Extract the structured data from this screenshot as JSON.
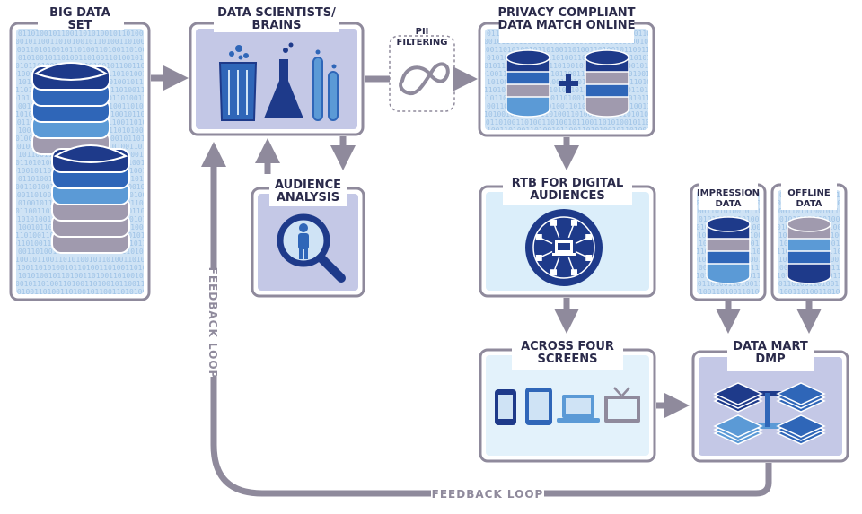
{
  "diagram": {
    "nodes": {
      "big_data_set": {
        "line1": "BIG DATA",
        "line2": "SET"
      },
      "data_scientists": {
        "line1": "DATA SCIENTISTS/",
        "line2": "BRAINS"
      },
      "pii_filtering": {
        "line1": "PII",
        "line2": "FILTERING"
      },
      "privacy_match": {
        "line1": "PRIVACY COMPLIANT",
        "line2": "DATA MATCH ONLINE"
      },
      "audience_analysis": {
        "line1": "AUDIENCE",
        "line2": "ANALYSIS"
      },
      "rtb": {
        "line1": "RTB FOR DIGITAL",
        "line2": "AUDIENCES"
      },
      "impression_data": {
        "line1": "IMPRESSION",
        "line2": "DATA"
      },
      "offline_data": {
        "line1": "OFFLINE",
        "line2": "DATA"
      },
      "four_screens": {
        "line1": "ACROSS FOUR",
        "line2": "SCREENS"
      },
      "data_mart": {
        "line1": "DATA MART",
        "line2": "DMP"
      }
    },
    "feedback_loop_vertical": "FEEDBACK LOOP",
    "feedback_loop_horizontal": "FEEDBACK LOOP",
    "binary_pattern": "0110100101100110101001011010011010",
    "colors": {
      "frame": "#8f8a9c",
      "dark_blue": "#1e3a8a",
      "mid_blue": "#2f66b8",
      "light_blue": "#5b9ad6",
      "pale_blue": "#cfe3f5",
      "lavender": "#c4c8e6",
      "grey": "#a09aae",
      "text": "#2a2a4a"
    }
  }
}
